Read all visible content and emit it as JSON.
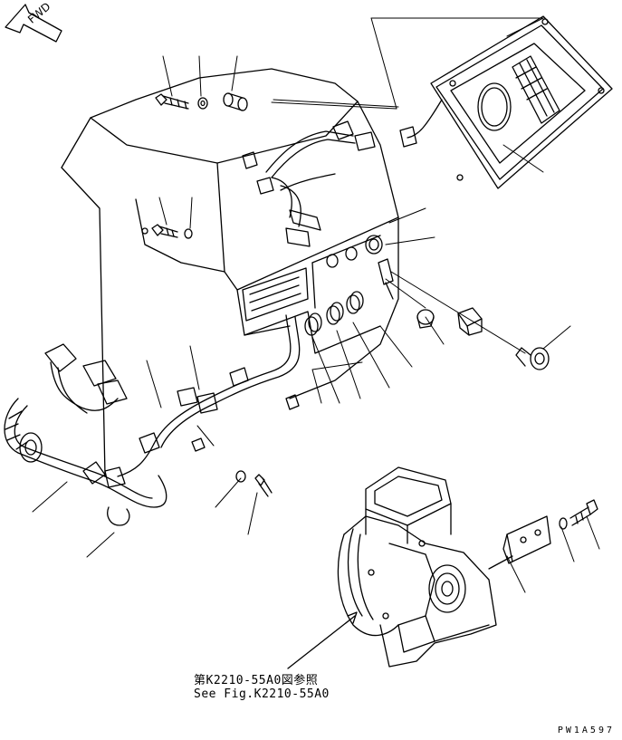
{
  "fwd_label": "FWD",
  "reference": {
    "japanese": "第K2210-55A0図参照",
    "english": "See Fig.K2210-55A0"
  },
  "drawing_code": "PW1A597",
  "line_color": "#000000",
  "background_color": "#ffffff",
  "parts": [
    {
      "name": "bolt-top-icon"
    },
    {
      "name": "washer-top-icon"
    },
    {
      "name": "spacer-icon"
    },
    {
      "name": "bolt-left-icon"
    },
    {
      "name": "washer-left-icon"
    },
    {
      "name": "cab-console-icon"
    },
    {
      "name": "monitor-panel-icon"
    },
    {
      "name": "wiring-harness-icon"
    },
    {
      "name": "switch-icon"
    },
    {
      "name": "knob-icon"
    },
    {
      "name": "cap-icon"
    },
    {
      "name": "grommet-icon"
    },
    {
      "name": "heater-blower-unit-icon"
    },
    {
      "name": "bracket-icon"
    },
    {
      "name": "bolt-right-icon"
    }
  ]
}
